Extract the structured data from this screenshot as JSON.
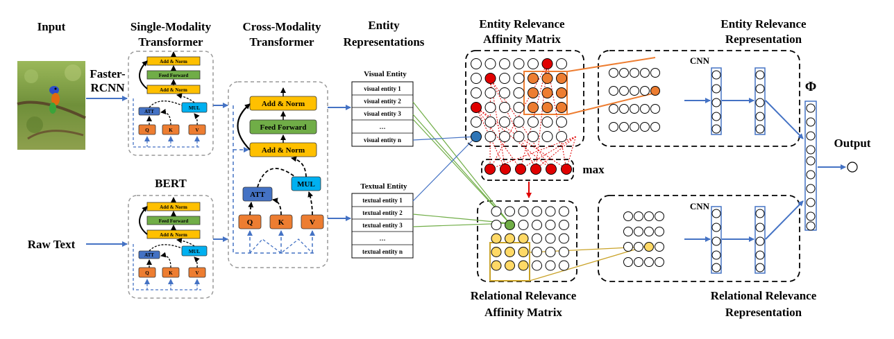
{
  "headers": {
    "input": "Input",
    "single_modality": [
      "Single-Modality",
      "Transformer"
    ],
    "cross_modality": [
      "Cross-Modality",
      "Transformer"
    ],
    "entity_repr": [
      "Entity",
      "Representations"
    ],
    "entity_affinity": [
      "Entity Relevance",
      "Affinity Matrix"
    ],
    "entity_rel_repr": [
      "Entity Relevance",
      "Representation"
    ],
    "relational_affinity": [
      "Relational Relevance",
      "Affinity Matrix"
    ],
    "relational_repr": [
      "Relational Relevance",
      "Representation"
    ]
  },
  "labels": {
    "faster_rcnn": [
      "Faster-",
      "RCNN"
    ],
    "bert": "BERT",
    "raw_text": "Raw Text",
    "cnn": "CNN",
    "max": "max",
    "phi": "Φ",
    "output": "Output"
  },
  "blocks": {
    "add_norm": "Add & Norm",
    "feed_forward": "Feed Forward",
    "att": "ATT",
    "mul": "MUL",
    "q": "Q",
    "k": "K",
    "v": "V"
  },
  "visual_entity": {
    "title": "Visual Entity",
    "items": [
      "visual entity 1",
      "visual entity 2",
      "visual entity 3",
      "…",
      "visual entity n"
    ]
  },
  "textual_entity": {
    "title": "Textual Entity",
    "items": [
      "textual entity 1",
      "textual entity 2",
      "textual entity 3",
      "…",
      "textual entity n"
    ]
  },
  "colors": {
    "add_norm": "#FFC000",
    "feed_forward": "#70AD47",
    "att": "#4472C4",
    "mul": "#00B0F0",
    "qkv": "#ED7D31",
    "red_node": "#E00000",
    "orange_node": "#ED7D31",
    "green_node": "#70AD47",
    "yellow_node": "#FFD966",
    "blue_node": "#2E75B6",
    "arrow_blue": "#4472C4"
  }
}
